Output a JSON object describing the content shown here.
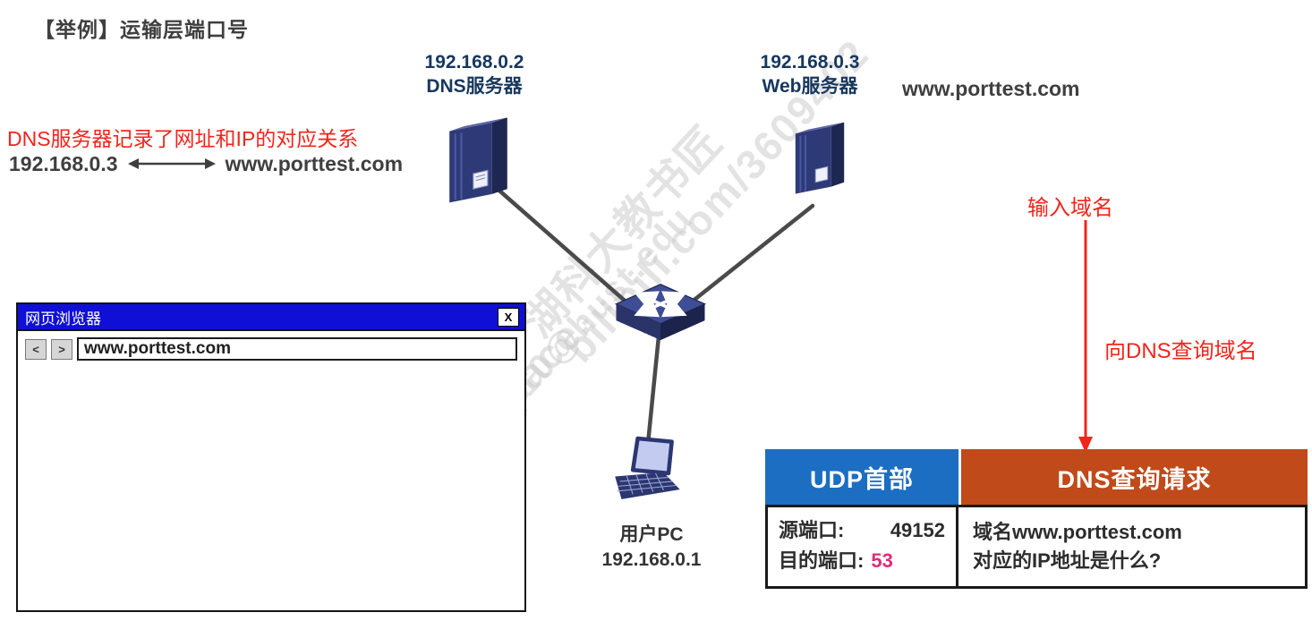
{
  "title": "【举例】运输层端口号",
  "diagram": {
    "dns_server": {
      "ip": "192.168.0.2",
      "label": "DNS服务器"
    },
    "web_server": {
      "ip": "192.168.0.3",
      "label": "Web服务器",
      "domain": "www.porttest.com"
    },
    "switch": {
      "label": "SWITCH"
    },
    "pc": {
      "label": "用户PC",
      "ip": "192.168.0.1"
    }
  },
  "notes": {
    "dns_mapping": "DNS服务器记录了网址和IP的对应关系",
    "mapping_ip": "192.168.0.3",
    "mapping_domain": "www.porttest.com",
    "input_domain": "输入域名",
    "query_domain": "向DNS查询域名"
  },
  "browser": {
    "title": "网页浏览器",
    "close_label": "X",
    "back_label": "<",
    "forward_label": ">",
    "address": "www.porttest.com"
  },
  "packet": {
    "udp_header_title": "UDP首部",
    "dns_query_title": "DNS查询请求",
    "src_port_label": "源端口:",
    "src_port_value": "49152",
    "dst_port_label": "目的端口:",
    "dst_port_value": "53",
    "query_text_line1": "域名www.porttest.com",
    "query_text_line2": "对应的IP地址是什么?"
  },
  "watermarks": [
    "https://space.",
    "bilibili.com/3609402",
    "湖科大教书匠",
    "jgao10@hust.edu"
  ],
  "colors": {
    "annotation_red": "#f3241b",
    "udp_header_blue": "#1b6ec2",
    "dns_header_orange": "#c04a1a",
    "dst_port_pink": "#e22b7a",
    "titlebar_blue": "#0f0fd6",
    "server_navy": "#2e3a77"
  }
}
